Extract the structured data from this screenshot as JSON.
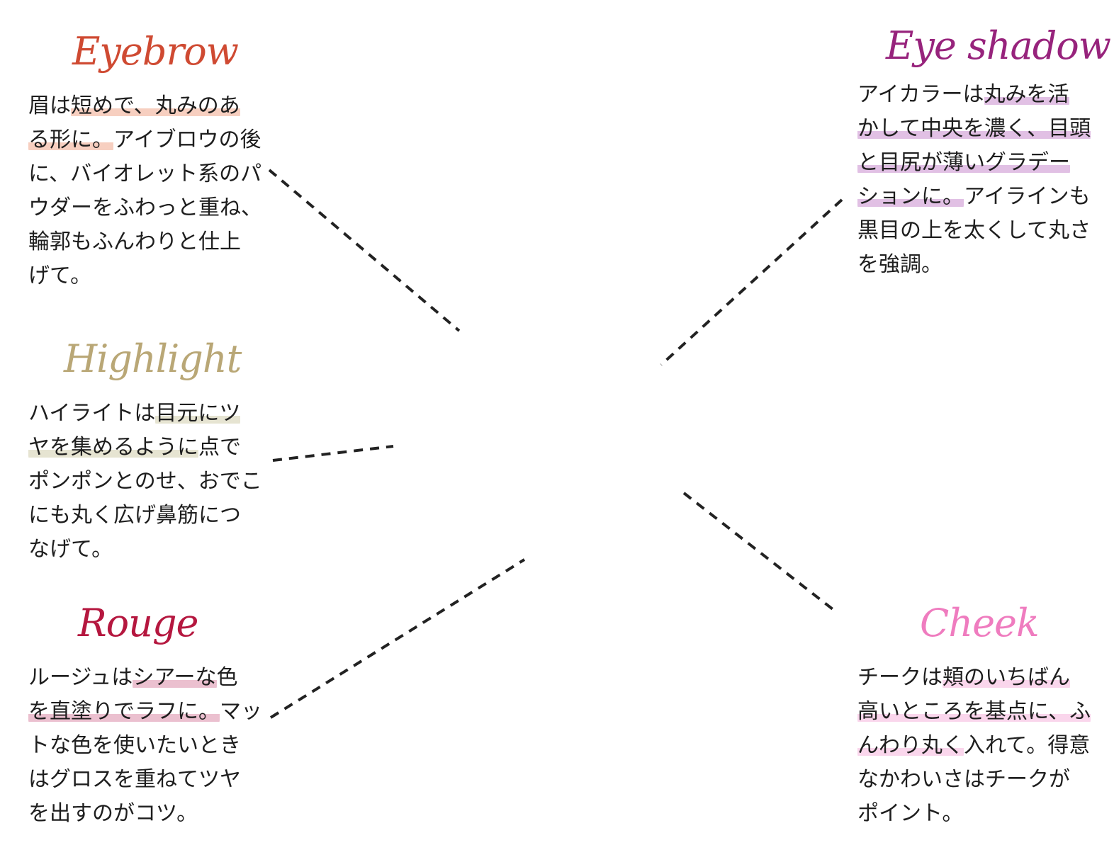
{
  "colors": {
    "eyebrow": "#cf4a32",
    "highlight": "#b9a776",
    "rouge": "#b5173f",
    "eye_shadow": "#97237c",
    "cheek": "#ef7cbf",
    "connector": "#222222"
  },
  "eyebrow": {
    "title": "Eyebrow",
    "lines": [
      {
        "pre": "眉は",
        "mark": "短めで、丸みのあ",
        "post": ""
      },
      {
        "pre": "",
        "mark": "る形に。",
        "post": "アイブロウの後"
      },
      {
        "pre": "に、バイオレット系のパ",
        "mark": "",
        "post": ""
      },
      {
        "pre": "ウダーをふわっと重ね、",
        "mark": "",
        "post": ""
      },
      {
        "pre": "輪郭もふんわりと仕上",
        "mark": "",
        "post": ""
      },
      {
        "pre": "げて。",
        "mark": "",
        "post": ""
      }
    ]
  },
  "highlight": {
    "title": "Highlight",
    "lines": [
      {
        "pre": "ハイライトは",
        "mark": "目元にツ",
        "post": ""
      },
      {
        "pre": "",
        "mark": "ヤを集めるように",
        "post": "点で"
      },
      {
        "pre": "ポンポンとのせ、おでこ",
        "mark": "",
        "post": ""
      },
      {
        "pre": "にも丸く広げ鼻筋につ",
        "mark": "",
        "post": ""
      },
      {
        "pre": "なげて。",
        "mark": "",
        "post": ""
      }
    ]
  },
  "rouge": {
    "title": "Rouge",
    "lines": [
      {
        "pre": "ルージュは",
        "mark": "シアーな",
        "post": "色"
      },
      {
        "pre": "",
        "mark": "を直塗りでラフに。",
        "post": "マッ"
      },
      {
        "pre": "トな色を使いたいとき",
        "mark": "",
        "post": ""
      },
      {
        "pre": "はグロスを重ねてツヤ",
        "mark": "",
        "post": ""
      },
      {
        "pre": "を出すのがコツ。",
        "mark": "",
        "post": ""
      }
    ]
  },
  "eye_shadow": {
    "title": "Eye shadow",
    "lines": [
      {
        "pre": "アイカラーは",
        "mark": "丸みを活",
        "post": ""
      },
      {
        "pre": "",
        "mark": "かして中央を濃く、目頭",
        "post": ""
      },
      {
        "pre": "",
        "mark": "と目尻が薄いグラデー",
        "post": ""
      },
      {
        "pre": "",
        "mark": "ションに。",
        "post": "アイラインも"
      },
      {
        "pre": "黒目の上を太くして丸さ",
        "mark": "",
        "post": ""
      },
      {
        "pre": "を強調。",
        "mark": "",
        "post": ""
      }
    ]
  },
  "cheek": {
    "title": "Cheek",
    "lines": [
      {
        "pre": "チークは",
        "mark": "頬のいちばん",
        "post": ""
      },
      {
        "pre": "",
        "mark": "高いところを基点に、ふ",
        "post": ""
      },
      {
        "pre": "",
        "mark": "んわり丸く",
        "post": "入れて。得意"
      },
      {
        "pre": "なかわいさはチークが",
        "mark": "",
        "post": ""
      },
      {
        "pre": "ポイント。",
        "mark": "",
        "post": ""
      }
    ]
  }
}
